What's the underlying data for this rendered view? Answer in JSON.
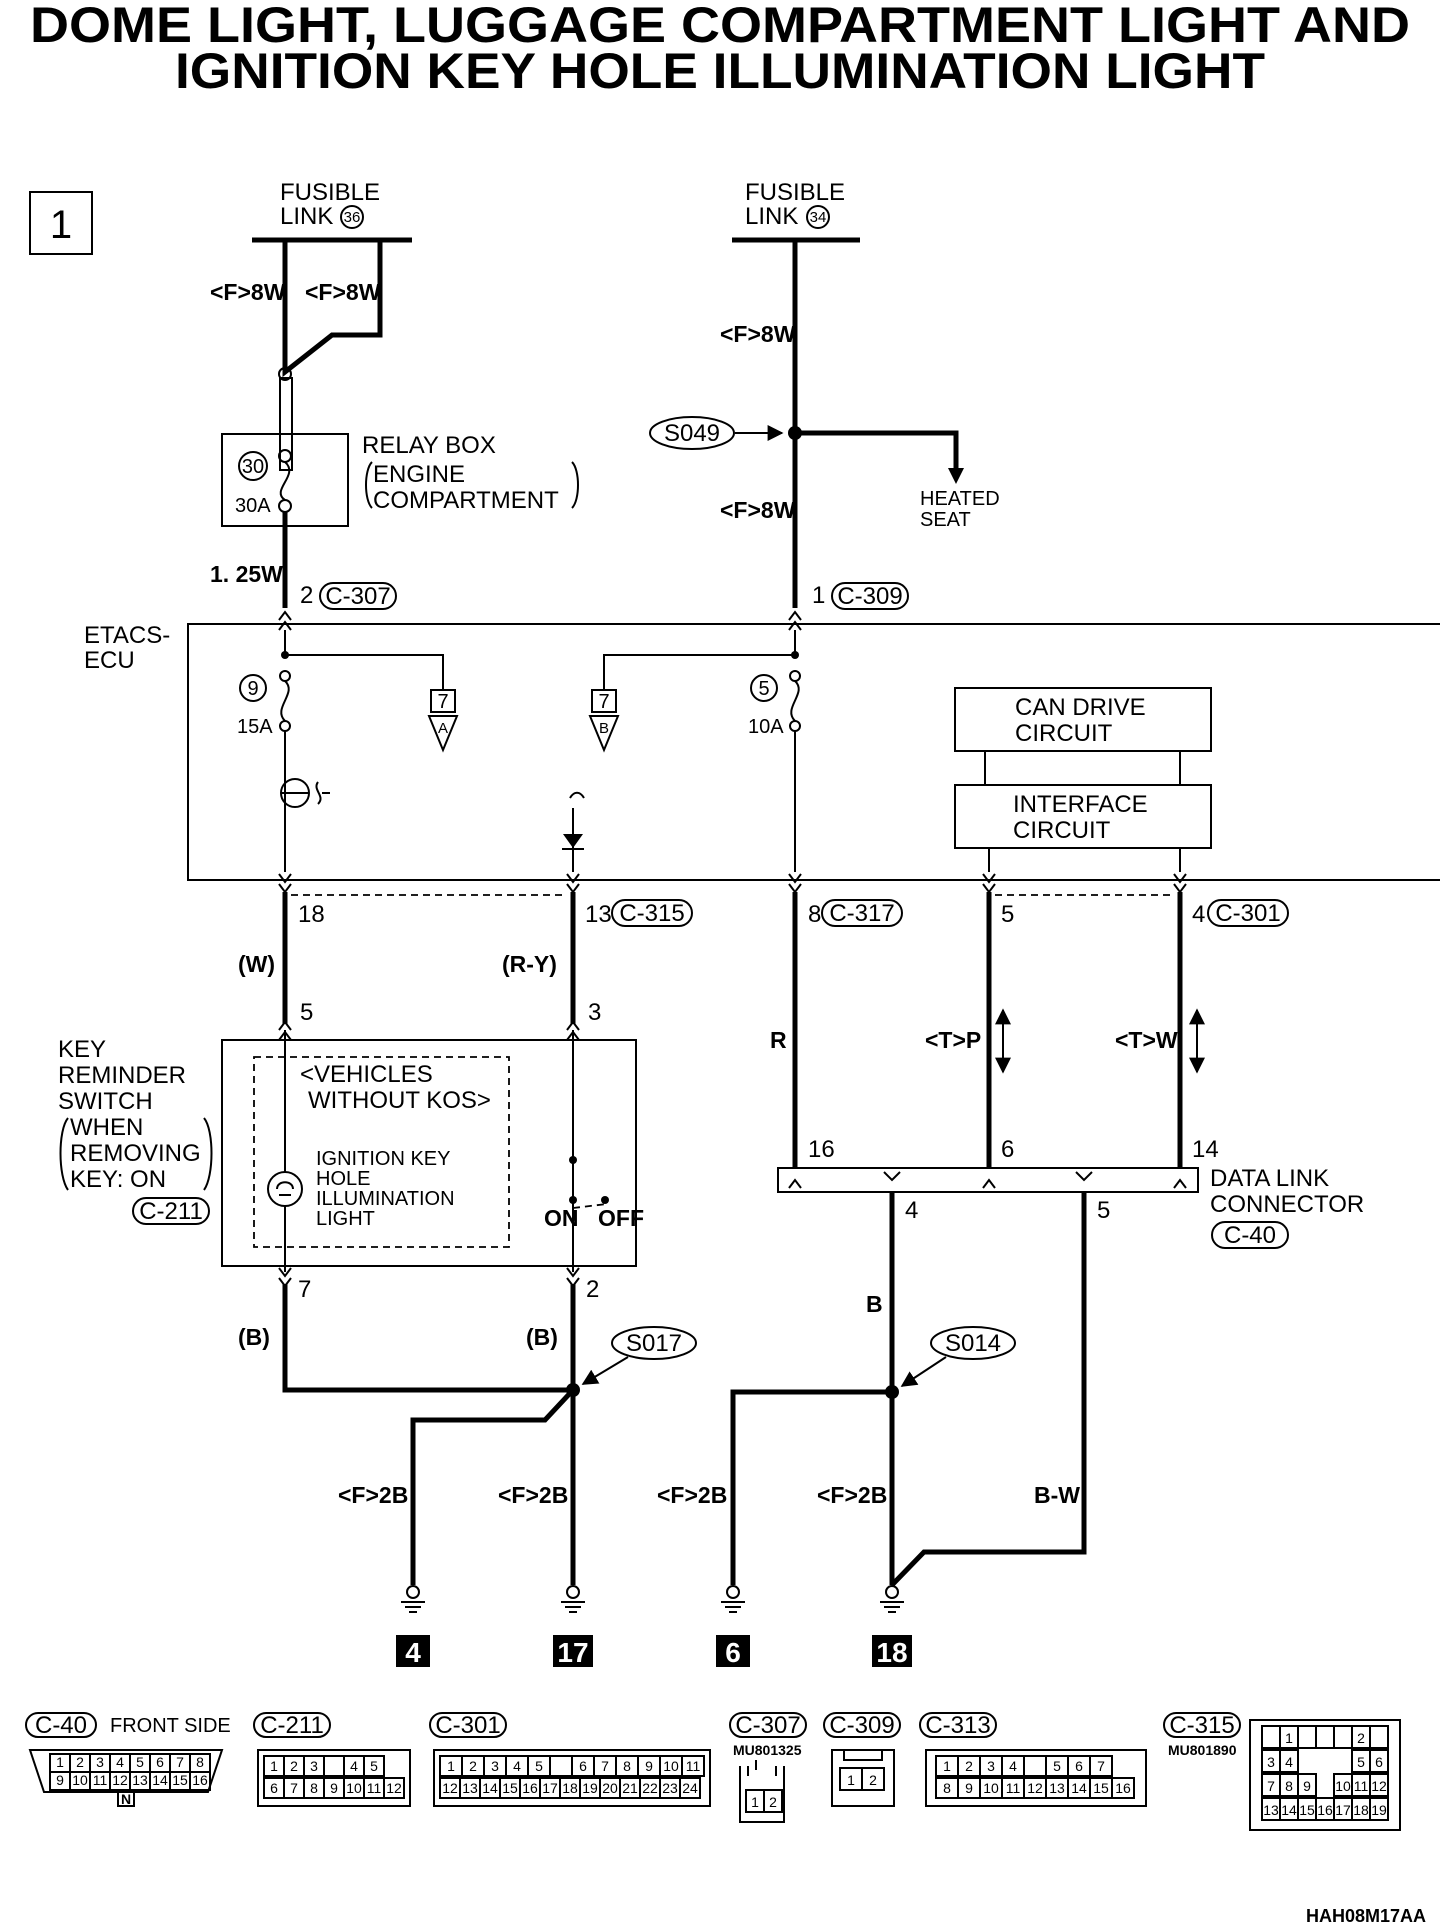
{
  "title": {
    "line1": "DOME LIGHT, LUGGAGE COMPARTMENT LIGHT AND",
    "line2": "IGNITION KEY HOLE ILLUMINATION LIGHT"
  },
  "page_number": "1",
  "fusible_link_left": {
    "line1": "FUSIBLE",
    "line2": "LINK",
    "num": "36"
  },
  "fusible_link_right": {
    "line1": "FUSIBLE",
    "line2": "LINK",
    "num": "34"
  },
  "wires": {
    "f8w": "<F>8W",
    "w125": "1. 25W",
    "w_paren": "(W)",
    "ry_paren": "(R-Y)",
    "b_paren": "(B)",
    "r": "R",
    "tp": "<T>P",
    "tw": "<T>W",
    "b": "B",
    "f2b": "<F>2B",
    "bw": "B-W"
  },
  "relay_box": {
    "title": "RELAY BOX",
    "sub1": "ENGINE",
    "sub2": "COMPARTMENT",
    "fuse_no": "30",
    "fuse_amp": "30A"
  },
  "splices": {
    "s049": "S049",
    "s017": "S017",
    "s014": "S014"
  },
  "heated_seat": {
    "line1": "HEATED",
    "line2": "SEAT"
  },
  "connectors": {
    "c307": "C-307",
    "c309": "C-309",
    "c315": "C-315",
    "c317": "C-317",
    "c301": "C-301",
    "c211": "C-211",
    "c40": "C-40",
    "c313": "C-313"
  },
  "pins": {
    "p2": "2",
    "p1": "1",
    "p18": "18",
    "p13": "13",
    "p8": "8",
    "p5": "5",
    "p4": "4",
    "p3": "3",
    "p16": "16",
    "p6": "6",
    "p14": "14",
    "p7": "7",
    "p2b": "2"
  },
  "etacs": {
    "line1": "ETACS-",
    "line2": "ECU",
    "fuse9": "9",
    "amp9": "15A",
    "fuse5": "5",
    "amp5": "10A",
    "ref7a_num": "7",
    "ref7a_letter": "A",
    "ref7b_num": "7",
    "ref7b_letter": "B",
    "can_line1": "CAN DRIVE",
    "can_line2": "CIRCUIT",
    "if_line1": "INTERFACE",
    "if_line2": "CIRCUIT"
  },
  "key_switch": {
    "line1": "KEY",
    "line2": "REMINDER",
    "line3": "SWITCH",
    "line4": "WHEN",
    "line5": "REMOVING",
    "line6": "KEY: ON",
    "vehicles1": "<VEHICLES",
    "vehicles2": "WITHOUT KOS>",
    "light1": "IGNITION KEY",
    "light2": "HOLE",
    "light3": "ILLUMINATION",
    "light4": "LIGHT",
    "on": "ON",
    "off": "OFF"
  },
  "data_link": {
    "line1": "DATA LINK",
    "line2": "CONNECTOR",
    "pin4": "4",
    "pin5": "5"
  },
  "grounds": [
    "4",
    "17",
    "6",
    "18"
  ],
  "legend": {
    "front_side": "FRONT SIDE",
    "c40_row1": [
      "1",
      "2",
      "3",
      "4",
      "5",
      "6",
      "7",
      "8"
    ],
    "c40_row2": [
      "9",
      "10",
      "11",
      "12",
      "13",
      "14",
      "15",
      "16"
    ],
    "c40_mark": "N",
    "c211_row1": [
      "1",
      "2",
      "3",
      "",
      "4",
      "5"
    ],
    "c211_row2": [
      "6",
      "7",
      "8",
      "9",
      "10",
      "11",
      "12"
    ],
    "c301_row1": [
      "1",
      "2",
      "3",
      "4",
      "5",
      "",
      "6",
      "7",
      "8",
      "9",
      "10",
      "11"
    ],
    "c301_row2": [
      "12",
      "13",
      "14",
      "15",
      "16",
      "17",
      "18",
      "19",
      "20",
      "21",
      "22",
      "23",
      "24"
    ],
    "c307_part": "MU801325",
    "c307_pins": [
      "1",
      "2"
    ],
    "c309_pins": [
      "1",
      "2"
    ],
    "c313_row1": [
      "1",
      "2",
      "3",
      "4",
      "",
      "5",
      "6",
      "7"
    ],
    "c313_row2": [
      "8",
      "9",
      "10",
      "11",
      "12",
      "13",
      "14",
      "15",
      "16"
    ],
    "c315_part": "MU801890"
  },
  "drawing_code": "HAH08M17AA"
}
